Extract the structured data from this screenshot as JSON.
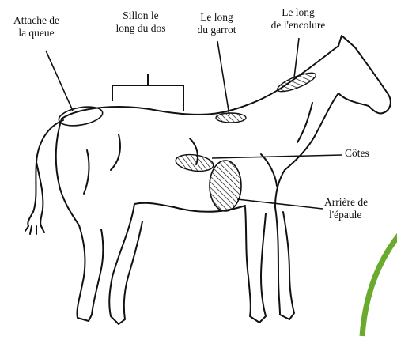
{
  "labels": {
    "tail_attachment": [
      "Attache de",
      "la queue"
    ],
    "back_groove": [
      "Sillon le",
      "long du dos"
    ],
    "withers": [
      "Le long",
      "du garrot"
    ],
    "neck": [
      "Le long",
      "de l'encolure"
    ],
    "ribs": "Côtes",
    "behind_shoulder": [
      "Arrière de",
      "l'épaule"
    ]
  },
  "colors": {
    "ink": "#111111",
    "accent_arc": "#6aab2e",
    "background": "#ffffff"
  }
}
